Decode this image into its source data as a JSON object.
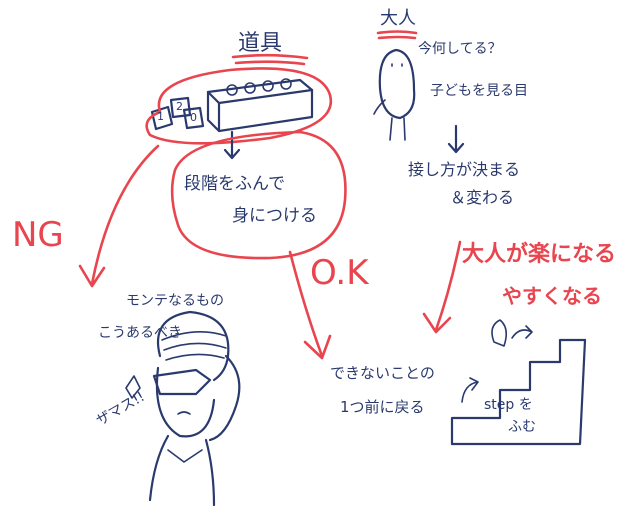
{
  "colors": {
    "ink": "#2b3a6e",
    "accent": "#e8454e",
    "background": "#ffffff"
  },
  "labels": {
    "tools": "道具",
    "adult": "大人",
    "what_doing": "今何してる？",
    "watch_child": "子どもを見る目",
    "approach_changes_1": "接し方が決まる",
    "approach_changes_2": "＆変わる",
    "step_by_step_1": "段階をふんで",
    "step_by_step_2": "身につける",
    "ng": "NG",
    "ok": "O.K",
    "adult_gets_easier_1": "大人が楽になる",
    "adult_gets_easier_2": "やすくなる",
    "montessori_1": "モンテなるもの",
    "montessori_2": "こうあるべき",
    "zamasu": "ザマス!!",
    "go_back_1": "できないことの",
    "go_back_2": "1つ前に戻る",
    "step_1": "step を",
    "step_2": "ふむ"
  },
  "icons": {
    "tool_box": "montessori-material-box",
    "number_cards": "number-cards",
    "adult_figure": "adult-figure",
    "lady": "strict-lady-figure",
    "stairs": "stairs-with-figure"
  },
  "cards": [
    "1",
    "2",
    "0"
  ]
}
